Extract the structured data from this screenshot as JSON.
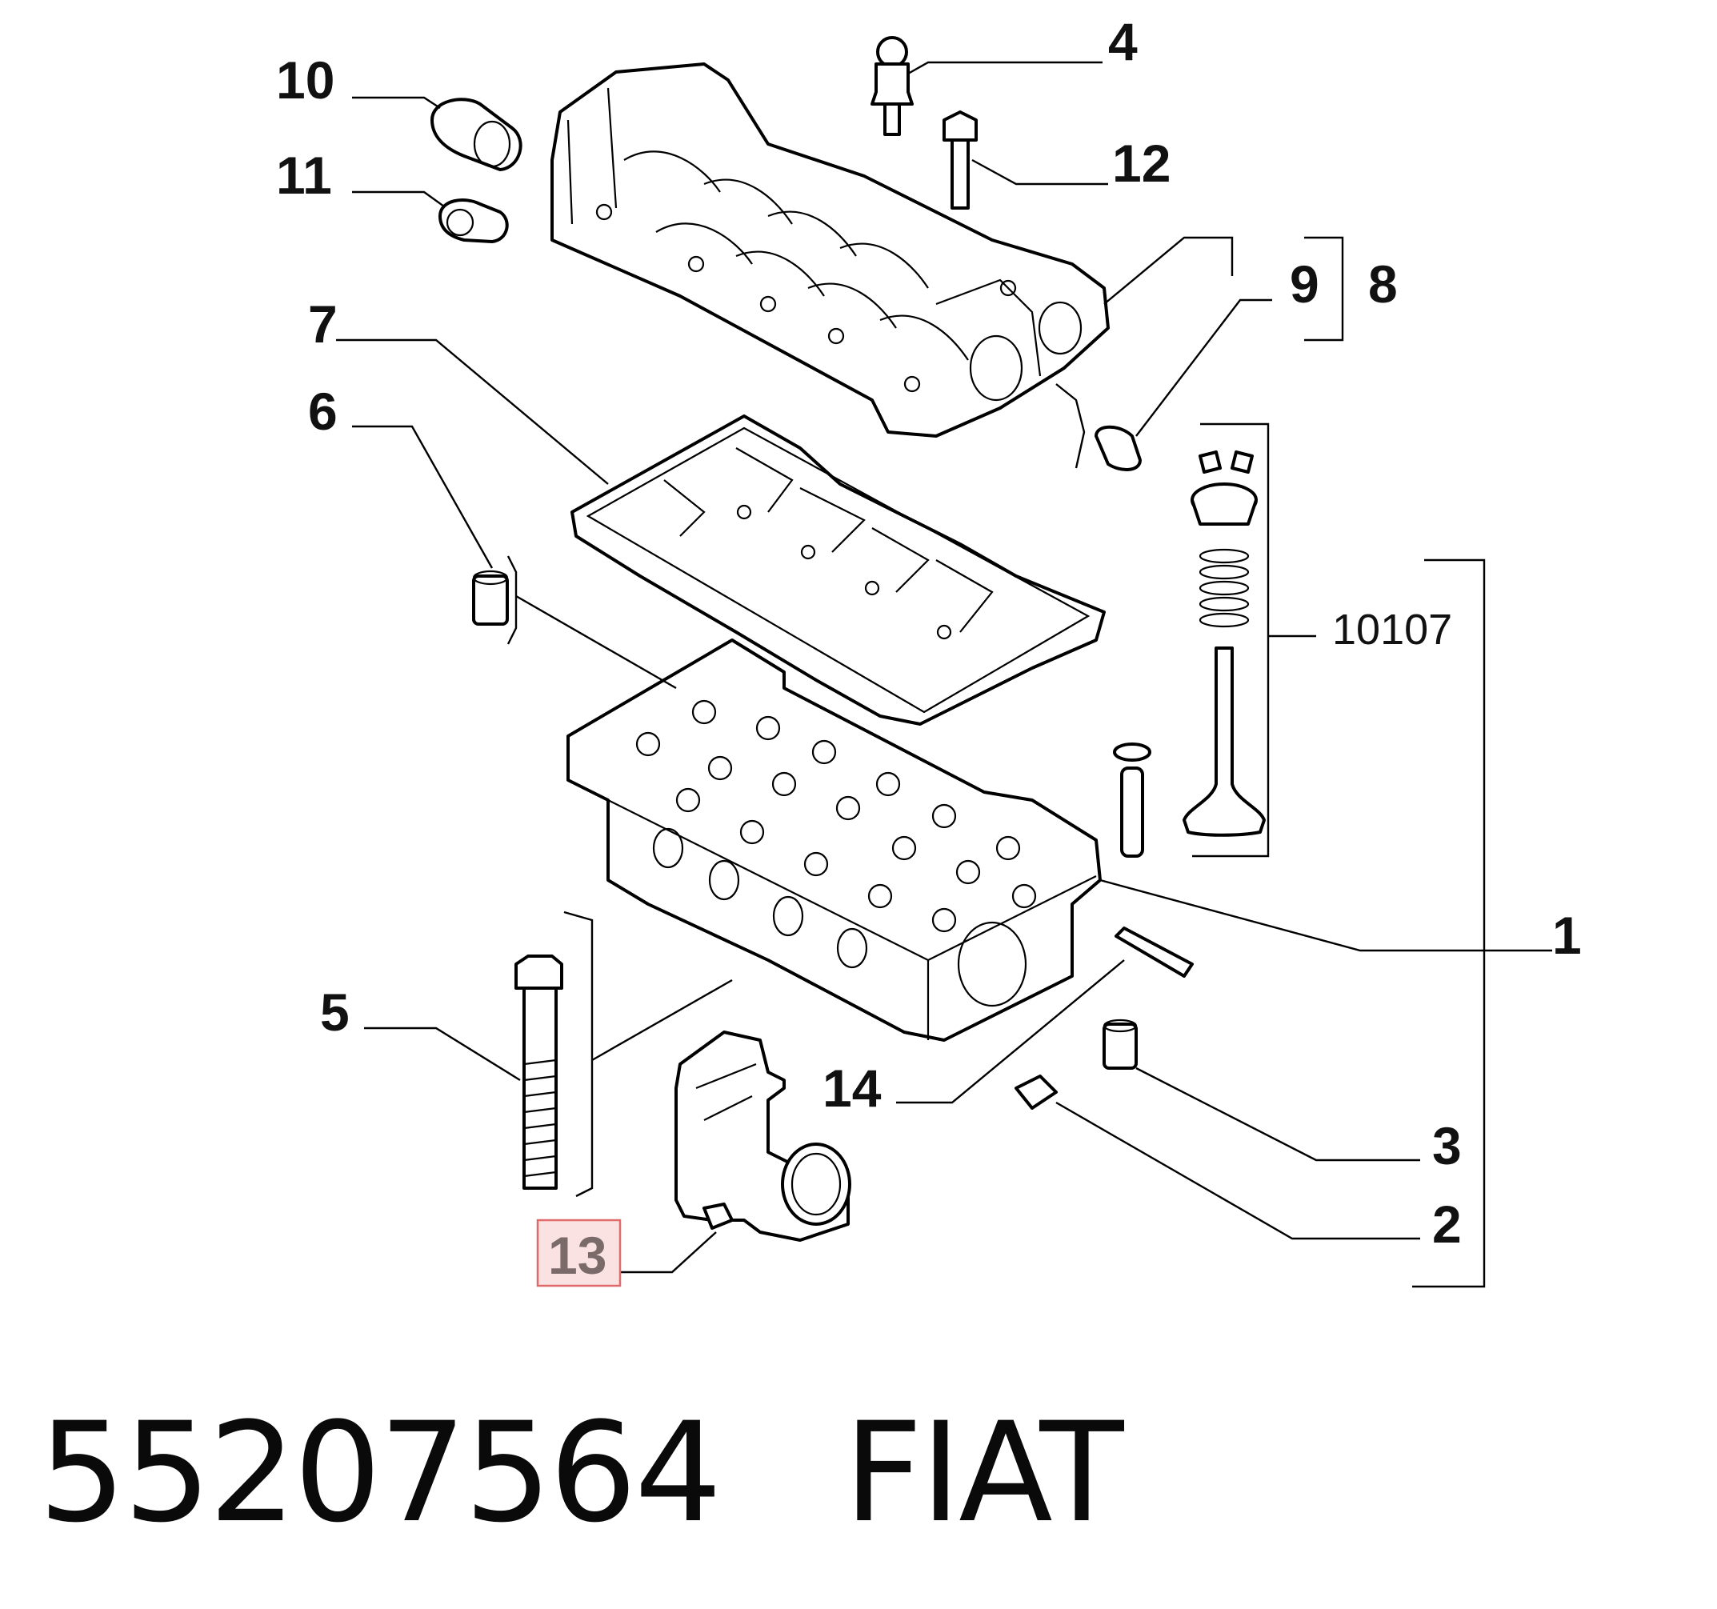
{
  "diagram": {
    "callouts": {
      "c1": "1",
      "c2": "2",
      "c3": "3",
      "c4": "4",
      "c5": "5",
      "c6": "6",
      "c7": "7",
      "c8": "8",
      "c9": "9",
      "c10": "10",
      "c11": "11",
      "c12": "12",
      "c13": "13",
      "c14": "14",
      "c10107": "10107"
    },
    "highlight_color": "#fbe2e2",
    "highlight_border_color": "#e06a6a"
  },
  "footer": {
    "part_number": "55207564",
    "brand": "FIAT"
  }
}
